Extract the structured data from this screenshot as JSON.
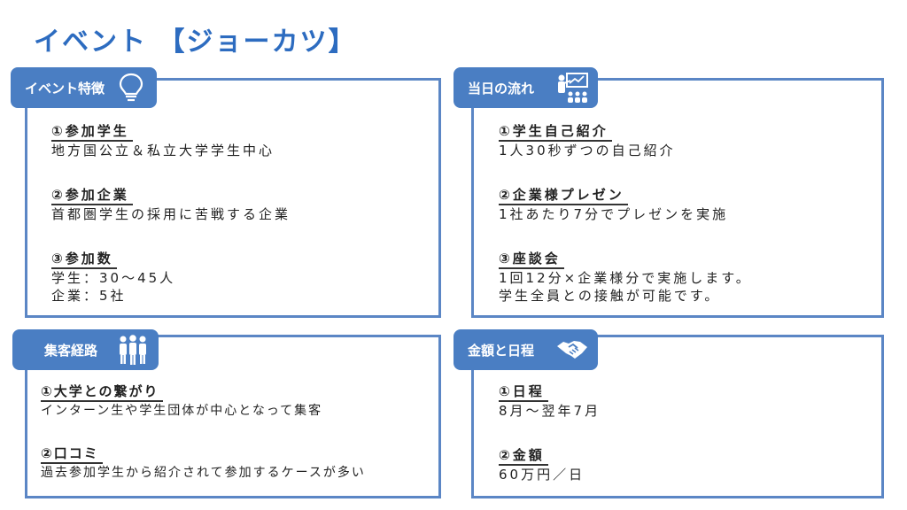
{
  "title": "イベント 【ジョーカツ】",
  "sections": [
    {
      "tab": "イベント特徴",
      "icon": "lightbulb-icon",
      "items": [
        {
          "heading": "①参加学生",
          "lines": [
            "地方国公立＆私立大学学生中心"
          ]
        },
        {
          "heading": "②参加企業",
          "lines": [
            "首都圏学生の採用に苦戦する企業"
          ]
        },
        {
          "heading": "③参加数",
          "lines": [
            "学生：30～45人",
            "企業：5社"
          ]
        }
      ]
    },
    {
      "tab": "当日の流れ",
      "icon": "presentation-icon",
      "items": [
        {
          "heading": "①学生自己紹介",
          "lines": [
            "1人30秒ずつの自己紹介"
          ]
        },
        {
          "heading": "②企業様プレゼン",
          "lines": [
            "1社あたり7分でプレゼンを実施"
          ]
        },
        {
          "heading": "③座談会",
          "lines": [
            "1回12分×企業様分で実施します。",
            "学生全員との接触が可能です。"
          ]
        }
      ]
    },
    {
      "tab": "集客経路",
      "icon": "people-group-icon",
      "items": [
        {
          "heading": "①大学との繋がり",
          "lines": [
            "インターン生や学生団体が中心となって集客"
          ]
        },
        {
          "heading": "②口コミ",
          "lines": [
            "過去参加学生から紹介されて参加するケースが多い"
          ]
        }
      ]
    },
    {
      "tab": "金額と日程",
      "icon": "handshake-icon",
      "items": [
        {
          "heading": "①日程",
          "lines": [
            "8月～翌年7月"
          ]
        },
        {
          "heading": "②金額",
          "lines": [
            "60万円／日"
          ]
        }
      ]
    }
  ],
  "colors": {
    "accent": "#4a7ec3",
    "border": "#5b86c5",
    "title": "#2d6cc0"
  }
}
